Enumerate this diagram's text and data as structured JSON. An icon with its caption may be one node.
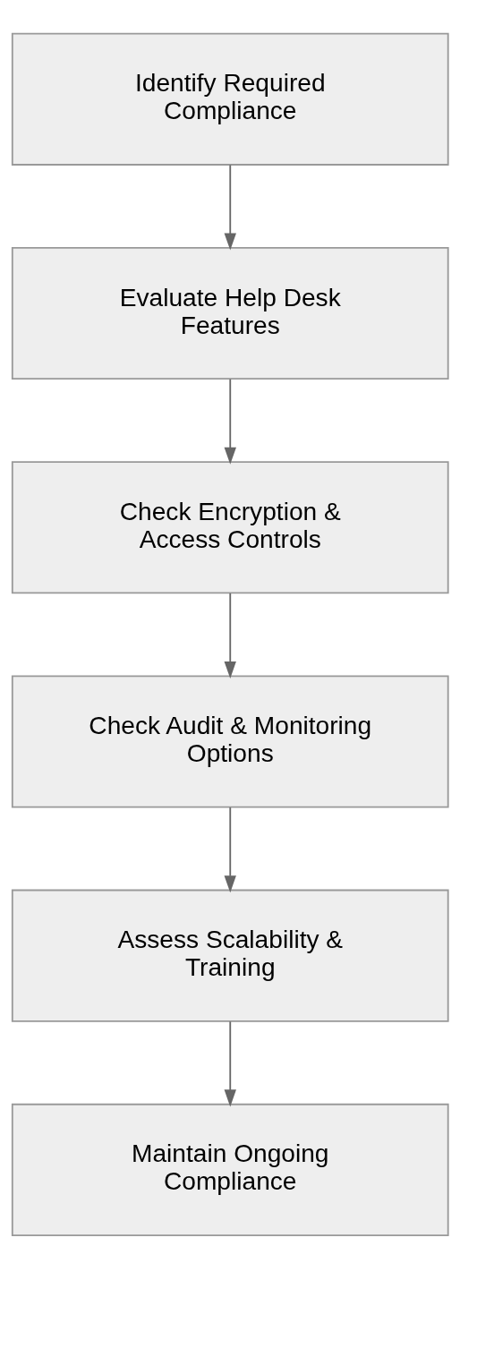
{
  "diagram": {
    "nodes": [
      {
        "text": [
          "Identify Required Compliance"
        ]
      },
      {
        "text": [
          "Evaluate Help Desk Features"
        ]
      },
      {
        "text": [
          "Check Encryption & Access Controls"
        ]
      },
      {
        "text": [
          "Check Audit & Monitoring Options"
        ]
      },
      {
        "text": [
          "Assess Scalability & Training"
        ]
      },
      {
        "text": [
          "Maintain Ongoing Compliance"
        ]
      }
    ],
    "edges": [
      {
        "from": 0,
        "to": 1,
        "arrow": "to"
      },
      {
        "from": 1,
        "to": 2,
        "arrow": "to"
      },
      {
        "from": 2,
        "to": 3,
        "arrow": "to"
      },
      {
        "from": 3,
        "to": 4,
        "arrow": "to"
      },
      {
        "from": 4,
        "to": 5,
        "arrow": "to"
      }
    ]
  }
}
